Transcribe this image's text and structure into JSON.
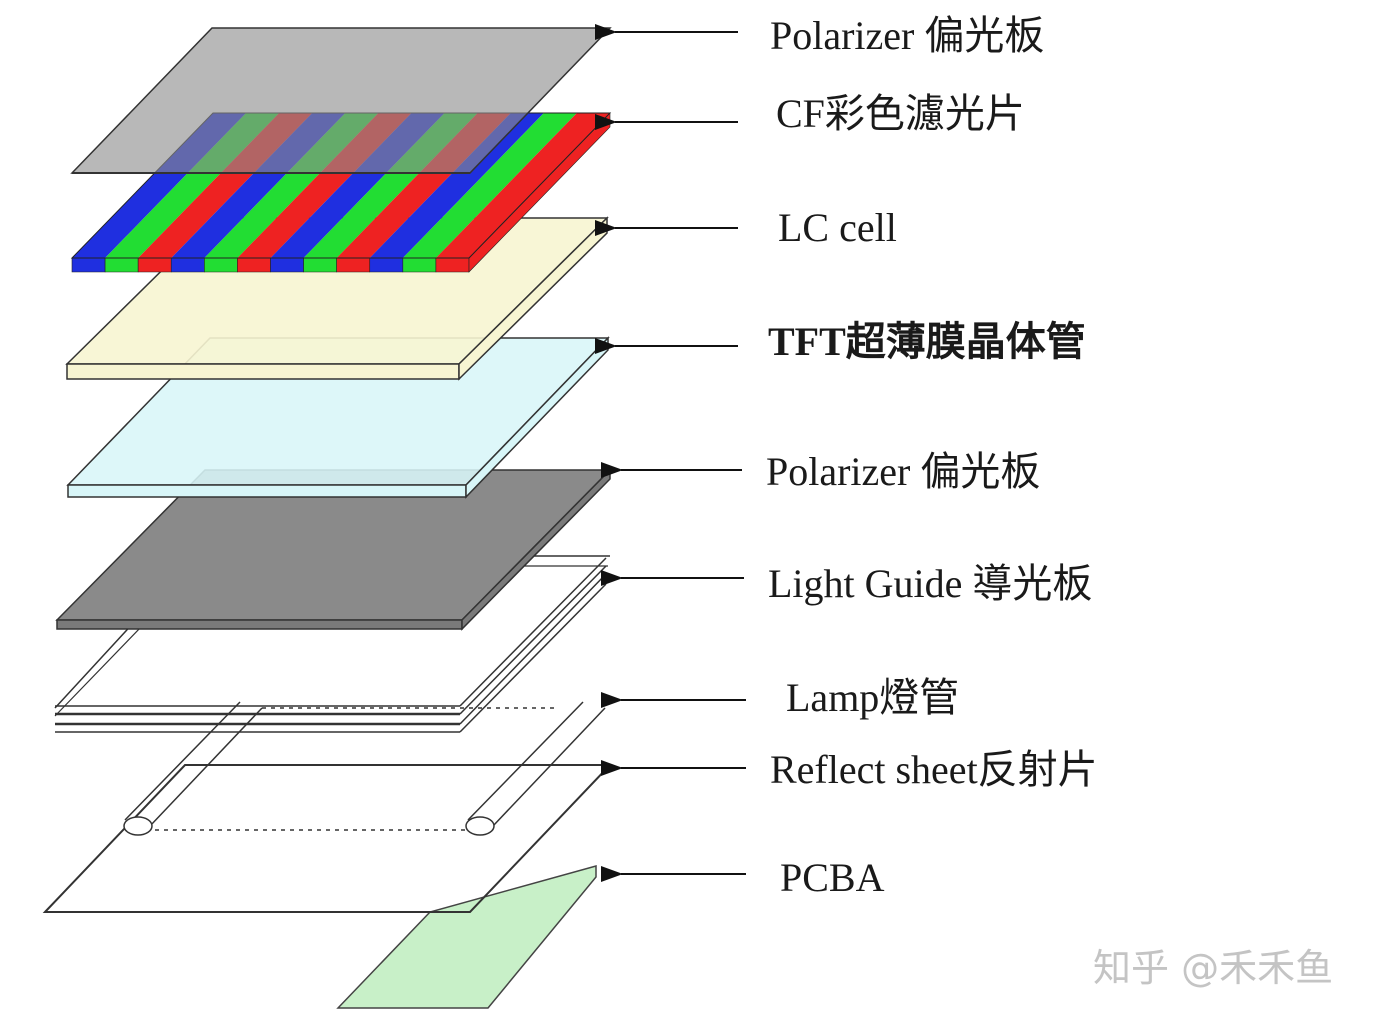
{
  "layers": [
    {
      "id": "polarizer-top",
      "label": "Polarizer 偏光板"
    },
    {
      "id": "color-filter",
      "label": "CF彩色濾光片"
    },
    {
      "id": "lc-cell",
      "label": "LC cell"
    },
    {
      "id": "tft",
      "label": "TFT超薄膜晶体管"
    },
    {
      "id": "polarizer-bottom",
      "label": "Polarizer 偏光板"
    },
    {
      "id": "light-guide",
      "label": "Light Guide 導光板"
    },
    {
      "id": "lamp",
      "label": "Lamp燈管"
    },
    {
      "id": "reflect-sheet",
      "label": "Reflect sheet反射片"
    },
    {
      "id": "pcba",
      "label": "PCBA"
    }
  ],
  "filter_stripe_colors": [
    "#1f2fe0",
    "#22dd33",
    "#ee2222"
  ],
  "colors": {
    "polarizer_top": "#8c8c8c",
    "lc_cell": "#f7f5d2",
    "tft": "#d8f6f8",
    "polarizer_bottom": "#8a8a8a",
    "pcba": "#c8f0c8",
    "outline": "#333333",
    "watermark": "#c4c4c4"
  },
  "watermark": "知乎 @禾禾鱼"
}
